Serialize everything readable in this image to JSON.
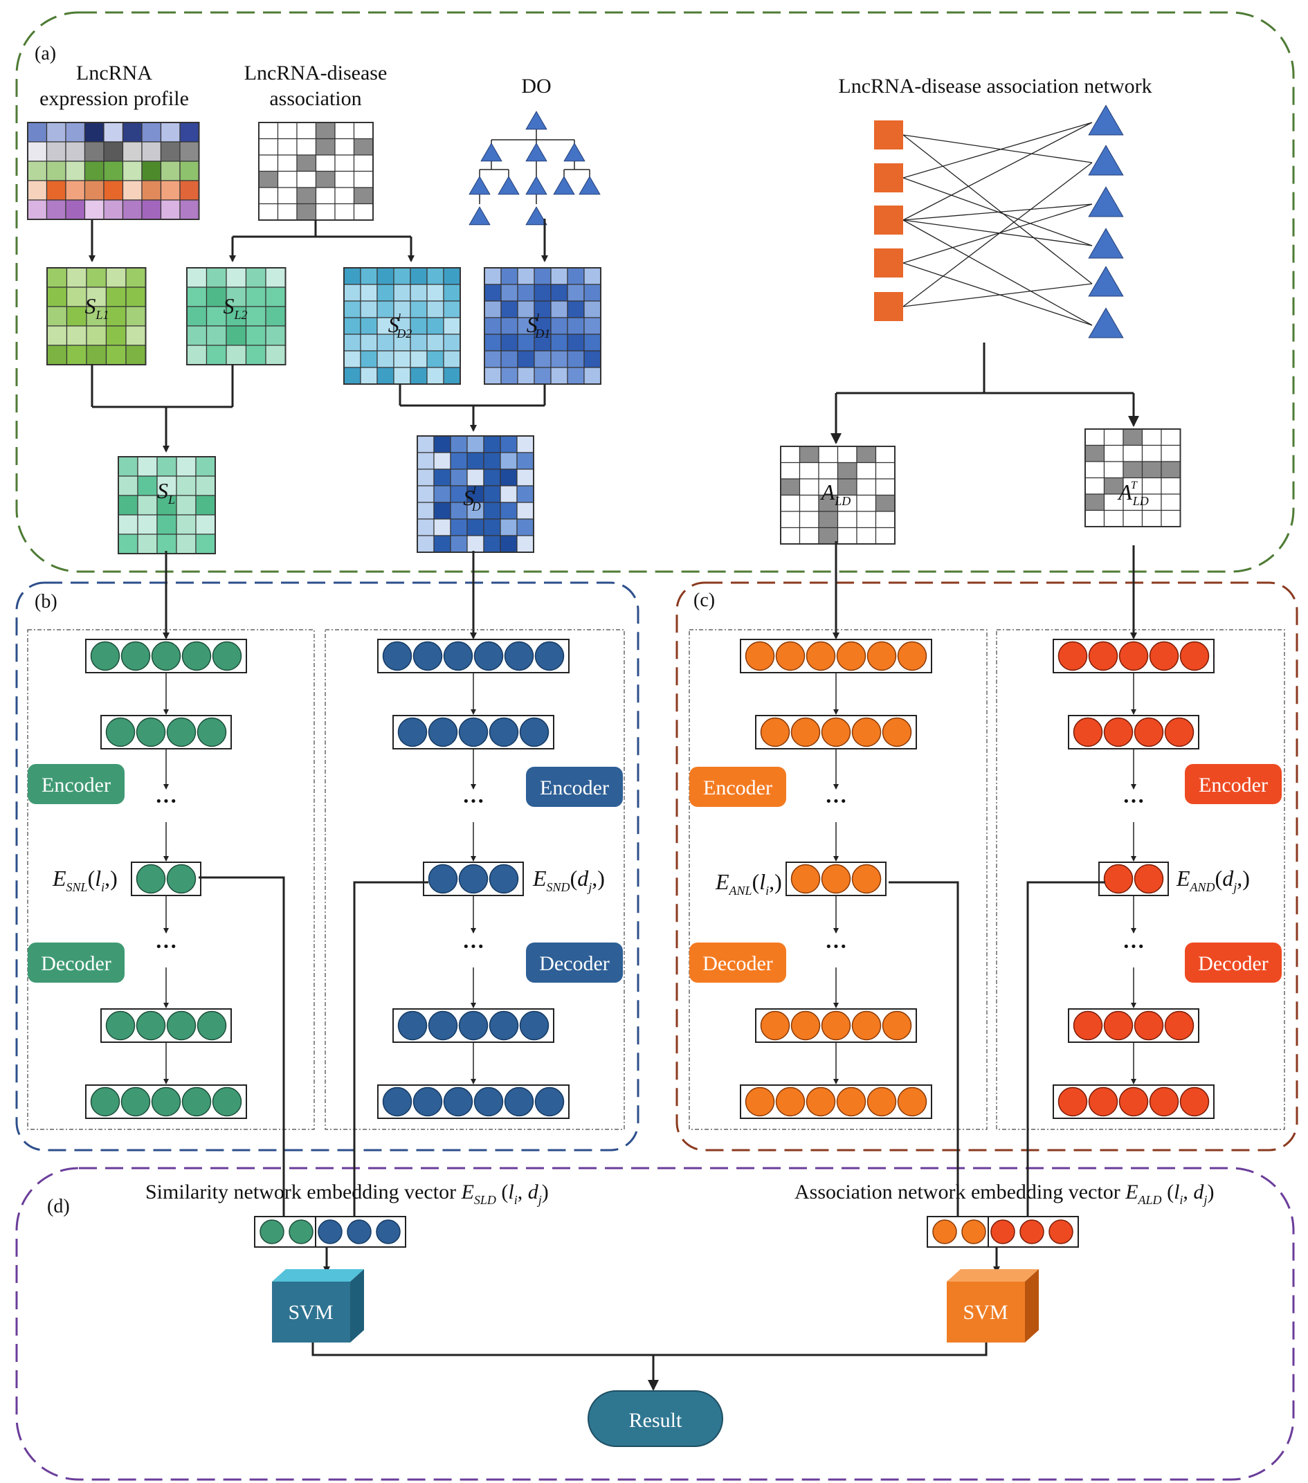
{
  "panels": {
    "a": "(a)",
    "b": "(b)",
    "c": "(c)",
    "d": "(d)"
  },
  "inputs": {
    "expression_profile": [
      "LncRNA",
      "expression profile"
    ],
    "association": [
      "LncRNA-disease",
      "association"
    ],
    "do": "DO",
    "network": "LncRNA-disease association network"
  },
  "matrices": {
    "SL1": {
      "main": "S",
      "sub": "L1"
    },
    "SL2": {
      "main": "S",
      "sub": "L2"
    },
    "SD2": {
      "main": "S",
      "sup": "l",
      "sub": "D2"
    },
    "SD1": {
      "main": "S",
      "sup": "l",
      "sub": "D1"
    },
    "SL": {
      "main": "S",
      "sub": "L"
    },
    "SD": {
      "main": "S",
      "sup": "l",
      "sub": "D"
    },
    "ALD": {
      "main": "A",
      "sub": "LD"
    },
    "ALDT": {
      "main": "A",
      "sup": "T",
      "sub": "LD"
    }
  },
  "autoencoder": {
    "encoder": "Encoder",
    "decoder": "Decoder",
    "ellipsis": "···"
  },
  "embeddings": {
    "ESNL": {
      "main": "E",
      "sub": "SNL",
      "arg": "l",
      "arg_sub": "i",
      "tail": ",)"
    },
    "ESND": {
      "main": "E",
      "sub": "SND",
      "arg": "d",
      "arg_sub": "j",
      "tail": ",)"
    },
    "EANL": {
      "main": "E",
      "sub": "ANL",
      "arg": "l",
      "arg_sub": "i",
      "tail": ",)"
    },
    "EAND": {
      "main": "E",
      "sub": "AND",
      "arg": "d",
      "arg_sub": "j",
      "tail": ",)"
    }
  },
  "vectors": {
    "similarity": {
      "prefix": "Similarity network embedding vector ",
      "main": "E",
      "sub": "SLD"
    },
    "association": {
      "prefix": "Association network embedding vector ",
      "main": "E",
      "sub": "ALD"
    }
  },
  "classifier": "SVM",
  "result": "Result",
  "colors": {
    "panel_a": "#4e7b34",
    "panel_b": "#2d4f8b",
    "panel_c": "#8b3a1f",
    "panel_d": "#6a3d9a",
    "green_node": "#3f9a74",
    "blue_node": "#2e5f96",
    "orange_node": "#f47a20",
    "red_node": "#ee4a22",
    "svm_left": "#2e7391",
    "svm_right": "#f07d24",
    "result": "#2f7691"
  }
}
